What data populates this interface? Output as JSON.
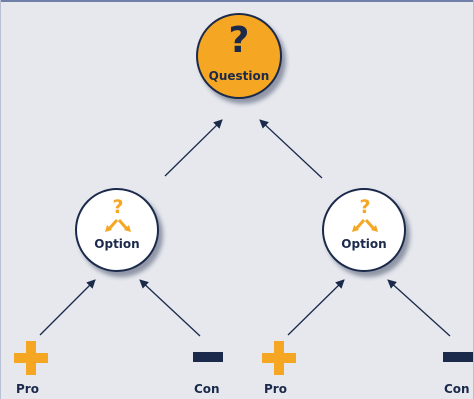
{
  "diagram": {
    "root": {
      "icon": "question-mark-icon",
      "symbol": "?",
      "label": "Question"
    },
    "options": [
      {
        "icon": "branching-question-icon",
        "label": "Option",
        "pro": {
          "icon": "plus-icon",
          "label": "Pro"
        },
        "con": {
          "icon": "minus-icon",
          "label": "Con"
        }
      },
      {
        "icon": "branching-question-icon",
        "label": "Option",
        "pro": {
          "icon": "plus-icon",
          "label": "Pro"
        },
        "con": {
          "icon": "minus-icon",
          "label": "Con"
        }
      }
    ],
    "colors": {
      "background": "#e6e8ee",
      "accent": "#f5a623",
      "ink": "#1b2a4a",
      "node_fill": "#ffffff"
    }
  }
}
